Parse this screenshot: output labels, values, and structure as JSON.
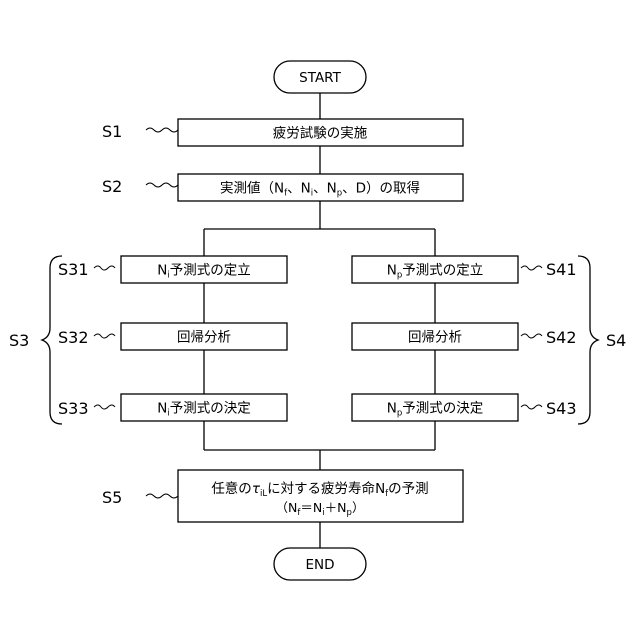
{
  "terminals": {
    "start": "START",
    "end": "END"
  },
  "steps": {
    "s1": {
      "id": "S1",
      "text": "疲労試験の実施"
    },
    "s2": {
      "id": "S2",
      "pre": "実測値（",
      "n": "N",
      "f": "f",
      "sep": "、",
      "i": "i",
      "p": "p",
      "d": "D",
      "post": "）の取得"
    },
    "s3": {
      "id": "S3"
    },
    "s31": {
      "id": "S31",
      "n": "N",
      "sub": "i",
      "text": "予測式の定立"
    },
    "s32": {
      "id": "S32",
      "text": "回帰分析"
    },
    "s33": {
      "id": "S33",
      "n": "N",
      "sub": "i",
      "text": "予測式の決定"
    },
    "s4": {
      "id": "S4"
    },
    "s41": {
      "id": "S41",
      "n": "N",
      "sub": "p",
      "text": "予測式の定立"
    },
    "s42": {
      "id": "S42",
      "text": "回帰分析"
    },
    "s43": {
      "id": "S43",
      "n": "N",
      "sub": "p",
      "text": "予測式の決定"
    },
    "s5": {
      "id": "S5",
      "pre": "任意の",
      "tau": "τ",
      "tau_sub": "iL",
      "mid": "に対する疲労寿命",
      "n": "N",
      "f": "f",
      "post": "の予測",
      "eq_open": "（",
      "eq_eq": "＝",
      "eq_plus": "＋",
      "eq_close": "）",
      "i": "i",
      "p": "p"
    }
  }
}
